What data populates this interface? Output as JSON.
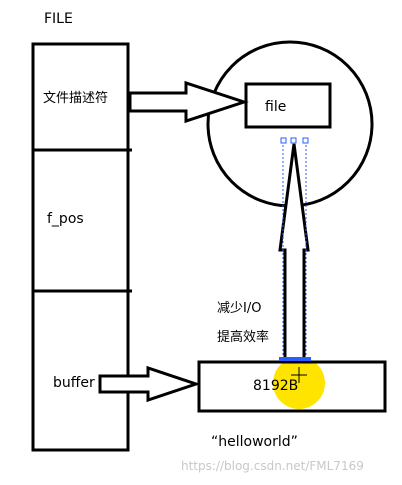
{
  "title": "FILE",
  "struct": {
    "fields": [
      "文件描述符",
      "f_pos",
      "buffer"
    ]
  },
  "file_label": "file",
  "buffer_size": "8192B",
  "annotation": [
    "减少I/O",
    "提高效率"
  ],
  "content_text": "“helloworld”",
  "watermark": "https://blog.csdn.net/FML7169",
  "colors": {
    "stroke": "#000000",
    "selection": "#2a5cff",
    "highlight": "#ffe400",
    "watermark": "#c8c8c8"
  }
}
